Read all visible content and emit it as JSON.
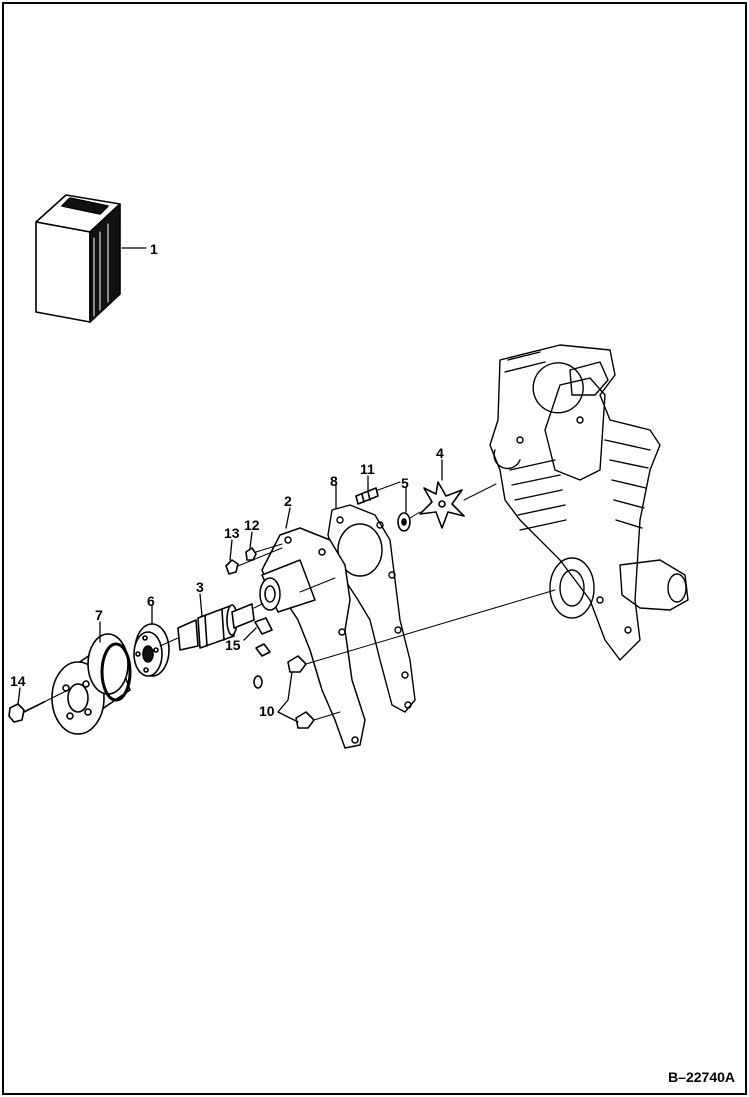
{
  "figure_id": "B–22740A",
  "callouts": {
    "c1": "1",
    "c2": "2",
    "c3": "3",
    "c4": "4",
    "c5": "5",
    "c6": "6",
    "c7": "7",
    "c8": "8",
    "c10": "10",
    "c11": "11",
    "c12": "12",
    "c13": "13",
    "c14": "14",
    "c15": "15"
  },
  "colors": {
    "ink": "#000000",
    "paper": "#ffffff"
  }
}
